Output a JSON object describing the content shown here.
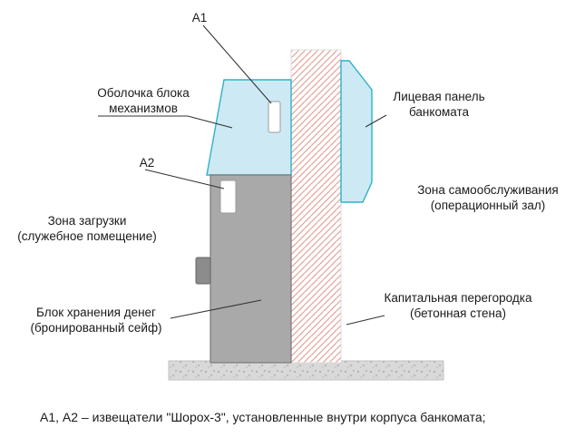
{
  "labels": {
    "a1": "А1",
    "a2": "А2",
    "shell_line1": "Оболочка блока",
    "shell_line2": "механизмов",
    "front_panel_line1": "Лицевая панель",
    "front_panel_line2": "банкомата",
    "self_service_line1": "Зона самообслуживания",
    "self_service_line2": "(операционный зал)",
    "loading_line1": "Зона загрузки",
    "loading_line2": "(служебное помещение)",
    "partition_line1": "Капитальная перегородка",
    "partition_line2": "(бетонная стена)",
    "safe_line1": "Блок хранения денег",
    "safe_line2": "(бронированный сейф)"
  },
  "caption": "А1, А2 – извещатели \"Шорох-3\", установленные внутри корпуса банкомата;",
  "colors": {
    "atm_panel_fill": "#cdeaf4",
    "atm_panel_stroke": "#2fb1c9",
    "safe_fill": "#a9a9a9",
    "safe_stroke": "#7a7a7a",
    "wall_hatch": "#e2a49a",
    "floor_fill": "#d9d9d9",
    "leader_line": "#333333",
    "text": "#1a1a1a"
  }
}
